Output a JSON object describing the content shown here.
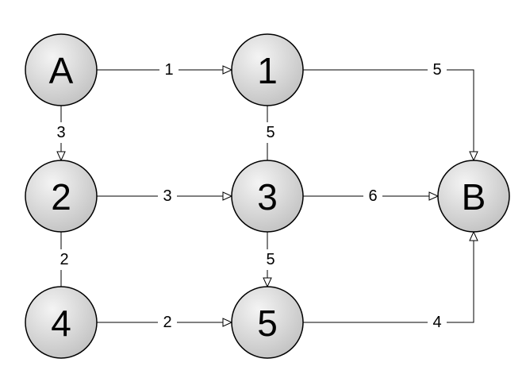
{
  "nodes": [
    {
      "id": "A",
      "label": "A"
    },
    {
      "id": "1",
      "label": "1"
    },
    {
      "id": "2",
      "label": "2"
    },
    {
      "id": "3",
      "label": "3"
    },
    {
      "id": "B",
      "label": "B"
    },
    {
      "id": "4",
      "label": "4"
    },
    {
      "id": "5",
      "label": "5"
    }
  ],
  "edges": [
    {
      "from": "A",
      "to": "1",
      "weight": "1"
    },
    {
      "from": "1",
      "to": "B",
      "weight": "5"
    },
    {
      "from": "A",
      "to": "2",
      "weight": "3"
    },
    {
      "from": "1",
      "to": "3",
      "weight": "5"
    },
    {
      "from": "2",
      "to": "3",
      "weight": "3"
    },
    {
      "from": "3",
      "to": "B",
      "weight": "6"
    },
    {
      "from": "2",
      "to": "4",
      "weight": "2"
    },
    {
      "from": "3",
      "to": "5",
      "weight": "5"
    },
    {
      "from": "4",
      "to": "5",
      "weight": "2"
    },
    {
      "from": "5",
      "to": "B",
      "weight": "4"
    }
  ],
  "colors": {
    "node_fill_light": "#f4f4f4",
    "node_fill_dark": "#c4c4c4",
    "stroke": "#000000",
    "background": "#ffffff"
  }
}
